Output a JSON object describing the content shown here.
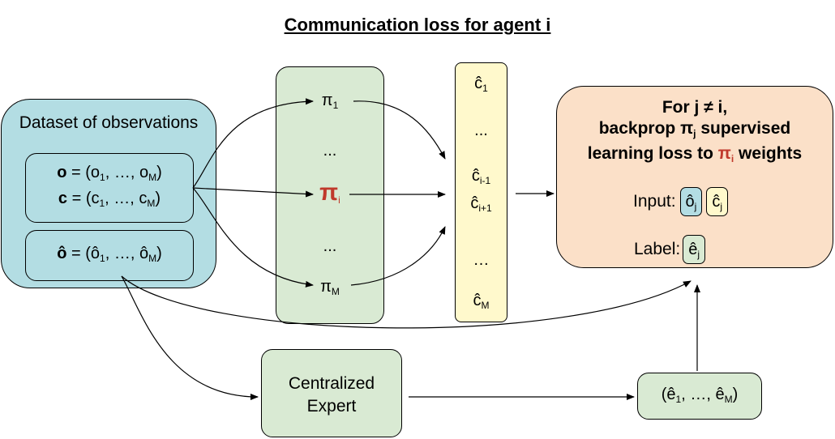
{
  "title": "Communication loss for agent i",
  "dataset": {
    "label": "Dataset of observations",
    "o_line": {
      "var": "o",
      "text": " = (o",
      "s1": "1",
      "mid": ", …, o",
      "s2": "M",
      "end": ")"
    },
    "c_line": {
      "var": "c",
      "text": " = (c",
      "s1": "1",
      "mid": ", …, c",
      "s2": "M",
      "end": ")"
    },
    "ohat_line": {
      "var": "ô",
      "text": " = (ô",
      "s1": "1",
      "mid": ", …, ô",
      "s2": "M",
      "end": ")"
    }
  },
  "policies": {
    "first": {
      "sym": "π",
      "sub": "1"
    },
    "dots_upper": "...",
    "agent": {
      "sym": "π",
      "sub": "i"
    },
    "dots_lower": "...",
    "last": {
      "sym": "π",
      "sub": "M"
    }
  },
  "messages": {
    "first": {
      "sym": "ĉ",
      "sub": "1"
    },
    "dots_upper": "...",
    "prev": {
      "sym": "ĉ",
      "sub": "i-1"
    },
    "next": {
      "sym": "ĉ",
      "sub": "i+1"
    },
    "dots_lower": "…",
    "last": {
      "sym": "ĉ",
      "sub": "M"
    }
  },
  "loss": {
    "line1": "For j ≠ i,",
    "line2_a": "backprop π",
    "line2_sub": "j",
    "line2_b": " supervised",
    "line3_a": "learning loss to ",
    "line3_pi": "π",
    "line3_sub": "i",
    "line3_b": " weights",
    "input_label": "Input:",
    "input_chip1": {
      "sym": "ô",
      "sub": "j"
    },
    "input_chip2": {
      "sym": "ĉ",
      "sub": "j"
    },
    "label_label": "Label:",
    "label_chip": {
      "sym": "ê",
      "sub": "j"
    }
  },
  "expert": {
    "line1": "Centralized",
    "line2": "Expert"
  },
  "ehat": {
    "a": "(ê",
    "s1": "1",
    "mid": ", …, ê",
    "s2": "M",
    "end": ")"
  },
  "colors": {
    "dataset": "#b3dde3",
    "policy": "#d9ead3",
    "message": "#fff9cc",
    "loss": "#fbe0c8",
    "highlight": "#c0392b"
  }
}
